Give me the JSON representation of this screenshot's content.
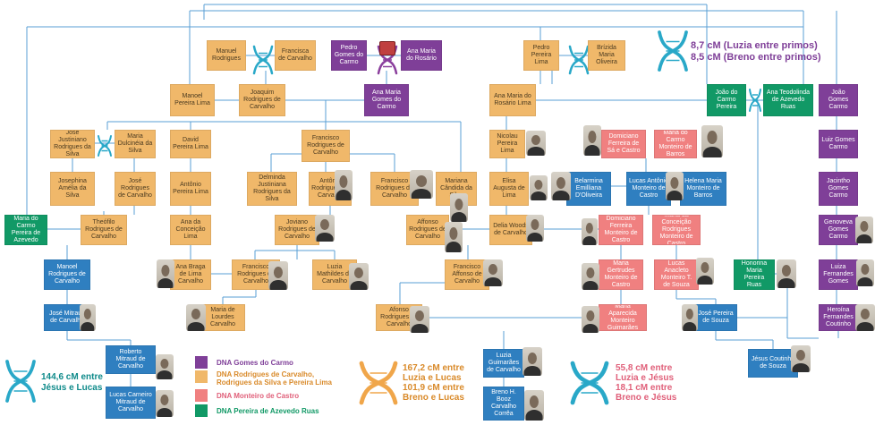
{
  "colors": {
    "gomes": "#7f3f98",
    "rodrigues": "#f0b86a",
    "monteiro": "#f08080",
    "pereira": "#119966",
    "blue": "#2f7fc0",
    "line": "#5a9fd4",
    "dna_teal": "#29a8c8",
    "dna_orange": "#f0a64a",
    "dna_purple": "#8b3f9d",
    "text_teal": "#0e8a8a",
    "text_orange": "#d98a2a",
    "text_pink": "#e0607a",
    "text_purple": "#7f3f98"
  },
  "nodes": [
    {
      "id": "manuel_r",
      "label": "Manuel Rodrigues",
      "family": "rodrigues"
    },
    {
      "id": "francisca_c",
      "label": "Francisca de Carvalho",
      "family": "rodrigues"
    },
    {
      "id": "pedro_gc",
      "label": "Pedro Gomes do Carmo",
      "family": "gomes"
    },
    {
      "id": "anamaria_r",
      "label": "Ana Maria do Rosário",
      "family": "gomes"
    },
    {
      "id": "pedro_pl",
      "label": "Pedro Pereira Lima",
      "family": "rodrigues"
    },
    {
      "id": "brizida",
      "label": "Brízida Maria Oliveira",
      "family": "rodrigues"
    },
    {
      "id": "manuel_pl",
      "label": "Manoel Pereira Lima",
      "family": "rodrigues"
    },
    {
      "id": "joaquim",
      "label": "Joaquim Rodrigues de Carvalho",
      "family": "rodrigues"
    },
    {
      "id": "anamaria_gc",
      "label": "Ana Maria Gomes do Carmo",
      "family": "gomes"
    },
    {
      "id": "anamaria_rl",
      "label": "Ana Maria do Rosário Lima",
      "family": "rodrigues"
    },
    {
      "id": "joao_gc_p",
      "label": "João do Carmo Pereira",
      "family": "pereira"
    },
    {
      "id": "ana_teod",
      "label": "Ana Teodolinda de Azevedo Ruas",
      "family": "pereira"
    },
    {
      "id": "joao_gomes",
      "label": "João Gomes Carmo",
      "family": "gomes"
    },
    {
      "id": "jose_just",
      "label": "José Justiniano Rodrigues da Silva",
      "family": "rodrigues"
    },
    {
      "id": "maria_dulc",
      "label": "Maria Dulcinéia da Silva",
      "family": "rodrigues"
    },
    {
      "id": "david_pl",
      "label": "David Pereira Lima",
      "family": "rodrigues"
    },
    {
      "id": "francisco_rc",
      "label": "Francisco Rodrigues de Carvalho",
      "family": "rodrigues"
    },
    {
      "id": "nicolau",
      "label": "Nicolau Pereira Lima",
      "family": "rodrigues"
    },
    {
      "id": "domiciano_sc",
      "label": "Domiciano Ferreira de Sá e Castro",
      "family": "monteiro"
    },
    {
      "id": "maria_carmo_mb",
      "label": "Maria do Carmo Monteiro de Barros",
      "family": "monteiro"
    },
    {
      "id": "luiz_gomes",
      "label": "Luiz Gomes Carmo",
      "family": "gomes"
    },
    {
      "id": "josephina",
      "label": "Josephina Amélia da Silva",
      "family": "rodrigues"
    },
    {
      "id": "jose_rc",
      "label": "José Rodrigues de Carvalho",
      "family": "rodrigues"
    },
    {
      "id": "antonio_pl",
      "label": "Antônio Pereira Lima",
      "family": "rodrigues"
    },
    {
      "id": "delminda",
      "label": "Delminda Justiniana Rodrigues da Silva",
      "family": "rodrigues"
    },
    {
      "id": "antonio_rc",
      "label": "Antônio Rodrigues de Carvalho",
      "family": "rodrigues"
    },
    {
      "id": "francisco_rc2",
      "label": "Francisco Rodrigues de Carvalho",
      "family": "rodrigues"
    },
    {
      "id": "mariana",
      "label": "Mariana Cândida da Silva",
      "family": "rodrigues"
    },
    {
      "id": "elisa",
      "label": "Elisa Augusta de Lima",
      "family": "rodrigues"
    },
    {
      "id": "belarmina",
      "label": "Belarmina Emilliana D'Oliveira",
      "family": "blue"
    },
    {
      "id": "lucas_amc",
      "label": "Lucas Antônio Monteiro de Castro",
      "family": "blue"
    },
    {
      "id": "helena",
      "label": "Helena Maria Monteiro de Barros",
      "family": "blue"
    },
    {
      "id": "jacintho",
      "label": "Jacintho Gomes Carmo",
      "family": "gomes"
    },
    {
      "id": "maria_cpa",
      "label": "Maria do Carmo Pereira de Azevedo",
      "family": "pereira"
    },
    {
      "id": "theofilo",
      "label": "Theófilo Rodrigues de Carvalho",
      "family": "rodrigues"
    },
    {
      "id": "ana_conc",
      "label": "Ana da Conceição Lima",
      "family": "rodrigues"
    },
    {
      "id": "joviano",
      "label": "Joviano Rodrigues de Carvalho",
      "family": "rodrigues"
    },
    {
      "id": "affonso",
      "label": "Affonso Rodrigues de Carvalho",
      "family": "rodrigues"
    },
    {
      "id": "delia",
      "label": "Delia Woods de Carvalho",
      "family": "rodrigues"
    },
    {
      "id": "domiciano_fmc",
      "label": "Domiciano Ferreira Monteiro de Castro",
      "family": "monteiro"
    },
    {
      "id": "maria_conc_mc",
      "label": "Maria da Conceição Rodrigues Monteiro de Castro",
      "family": "monteiro"
    },
    {
      "id": "genoveva",
      "label": "Genoveva Gomes Carmo",
      "family": "gomes"
    },
    {
      "id": "manoel_rc",
      "label": "Manoel Rodrigues de Carvalho",
      "family": "blue"
    },
    {
      "id": "ana_braga",
      "label": "Ana Braga de Lima Carvalho",
      "family": "rodrigues"
    },
    {
      "id": "francisco_braga",
      "label": "Francisco Rodrigues de Carvalho",
      "family": "rodrigues"
    },
    {
      "id": "luzia_m",
      "label": "Luzia Mathildes de Carvalho",
      "family": "rodrigues"
    },
    {
      "id": "francisco_affonso",
      "label": "Francisco Affonso de Carvalho",
      "family": "rodrigues"
    },
    {
      "id": "maria_gertrudes",
      "label": "Maria Gertrudes Monteiro de Castro",
      "family": "monteiro"
    },
    {
      "id": "lucas_anacleto",
      "label": "Lucas Anacleto Monteiro T. de Souza",
      "family": "monteiro"
    },
    {
      "id": "honorina",
      "label": "Honorina Maria Pereira Ruas",
      "family": "pereira"
    },
    {
      "id": "luiza_fg",
      "label": "Luiza Fernandes Gomes",
      "family": "gomes"
    },
    {
      "id": "jose_mitraud",
      "label": "José Mitraud de Carvalho",
      "family": "blue"
    },
    {
      "id": "maria_lourdes",
      "label": "Maria de Lourdes Carvalho",
      "family": "rodrigues"
    },
    {
      "id": "afonso_rc",
      "label": "Afonso Rodrigues de Carvalho",
      "family": "rodrigues"
    },
    {
      "id": "maria_aparecida",
      "label": "Maria Aparecida Monteiro Guimarães",
      "family": "monteiro"
    },
    {
      "id": "jose_ps",
      "label": "José Pereira de Souza",
      "family": "blue"
    },
    {
      "id": "heroina",
      "label": "Heroína Fernandes Coutinho",
      "family": "gomes"
    },
    {
      "id": "roberto",
      "label": "Roberto Mitraud de Carvalho",
      "family": "blue"
    },
    {
      "id": "luzia_gc",
      "label": "Luzia Guimarães de Carvalho",
      "family": "blue"
    },
    {
      "id": "jesus",
      "label": "Jésus Coutinho de Souza",
      "family": "blue"
    },
    {
      "id": "lucas_c",
      "label": "Lucas Carneiro Mitraud de Carvalho",
      "family": "blue"
    },
    {
      "id": "breno",
      "label": "Breno H. Booz Carvalho Corrêa",
      "family": "blue"
    }
  ],
  "legend": [
    {
      "label": "DNA Gomes do Carmo",
      "family": "gomes"
    },
    {
      "label": "DNA Rodrigues de Carvalho, Rodrigues da Silva e Pereira Lima",
      "family": "rodrigues"
    },
    {
      "label": "DNA Monteiro de Castro",
      "family": "monteiro"
    },
    {
      "label": "DNA Pereira de Azevedo Ruas",
      "family": "pereira"
    }
  ],
  "cm_boxes": [
    {
      "id": "cm_luzia_breno_top",
      "lines": [
        "8,7 cM (Luzia entre primos)",
        "8,5 cM (Breno entre primos)"
      ],
      "color": "text_purple",
      "dna": "dna_purple"
    },
    {
      "id": "cm_jesus_lucas",
      "lines": [
        "144,6 cM entre",
        "Jésus e Lucas"
      ],
      "color": "text_teal",
      "dna": "dna_teal"
    },
    {
      "id": "cm_rodrigues",
      "lines": [
        "167,2 cM entre",
        "Luzia e Lucas",
        "101,9 cM entre",
        "Breno e Lucas"
      ],
      "color": "text_orange",
      "dna": "dna_orange"
    },
    {
      "id": "cm_monteiro",
      "lines": [
        "55,8 cM entre",
        "Luzia e Jésus",
        "18,1 cM entre",
        "Breno e Jésus"
      ],
      "color": "text_pink",
      "dna": "dna_teal"
    }
  ]
}
